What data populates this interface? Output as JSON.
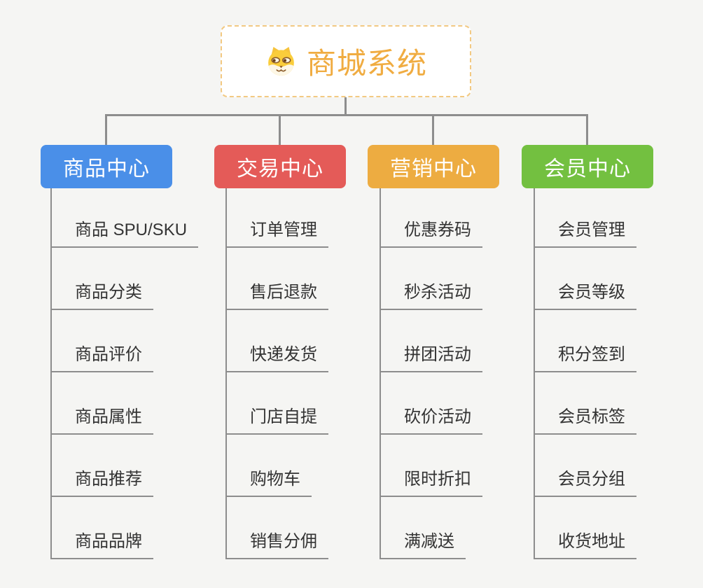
{
  "root": {
    "title": "商城系统",
    "icon": "shiba-dog-icon"
  },
  "branches": [
    {
      "id": "product",
      "label": "商品中心",
      "color": "#4A8FE8",
      "children": [
        "商品 SPU/SKU",
        "商品分类",
        "商品评价",
        "商品属性",
        "商品推荐",
        "商品品牌"
      ]
    },
    {
      "id": "trade",
      "label": "交易中心",
      "color": "#E45B58",
      "children": [
        "订单管理",
        "售后退款",
        "快递发货",
        "门店自提",
        "购物车",
        "销售分佣"
      ]
    },
    {
      "id": "marketing",
      "label": "营销中心",
      "color": "#EDAC41",
      "children": [
        "优惠券码",
        "秒杀活动",
        "拼团活动",
        "砍价活动",
        "限时折扣",
        "满减送"
      ]
    },
    {
      "id": "member",
      "label": "会员中心",
      "color": "#73C040",
      "children": [
        "会员管理",
        "会员等级",
        "积分签到",
        "会员标签",
        "会员分组",
        "收货地址"
      ]
    }
  ],
  "colors": {
    "background": "#F5F5F3",
    "connector": "#8D8D8D",
    "root_text": "#F0AC41",
    "root_border": "#F2C982",
    "root_background": "#FFFFFF",
    "branch_text": "#FFFFFF",
    "child_text": "#333333"
  }
}
